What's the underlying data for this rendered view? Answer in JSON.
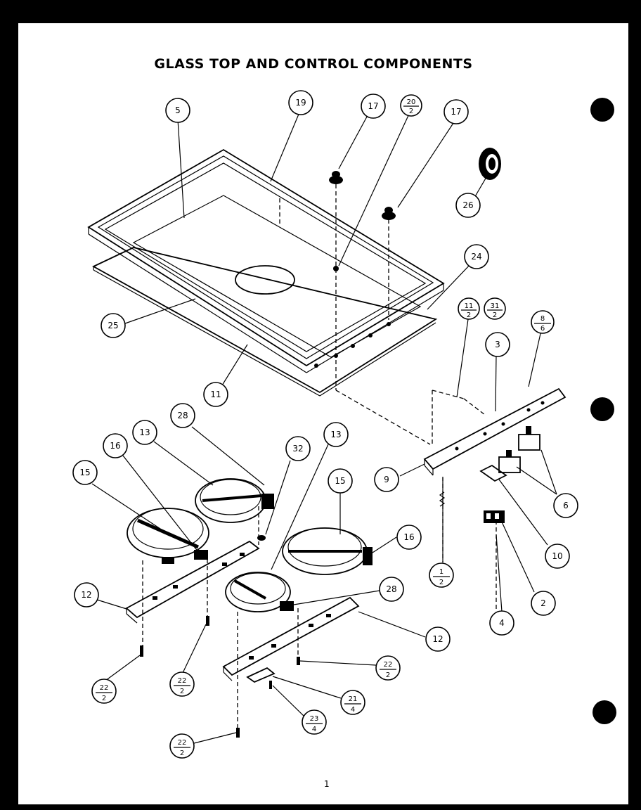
{
  "title": "GLASS TOP AND CONTROL COMPONENTS",
  "page_number": "1",
  "callouts": {
    "c5": "5",
    "c19": "19",
    "c17a": "17",
    "c20_top": "20",
    "c20_bot": "2",
    "c17b": "17",
    "c26": "26",
    "c24": "24",
    "c25": "25",
    "c11": "11",
    "c11b_top": "11",
    "c11b_bot": "2",
    "c31_top": "31",
    "c31_bot": "2",
    "c3": "3",
    "c8_top": "8",
    "c8_bot": "6",
    "c9": "9",
    "c6": "6",
    "c10": "10",
    "c1_top": "1",
    "c1_bot": "2",
    "c2": "2",
    "c4": "4",
    "c28a": "28",
    "c13a": "13",
    "c16a": "16",
    "c15a": "15",
    "c32": "32",
    "c13b": "13",
    "c15b": "15",
    "c16b": "16",
    "c28b": "28",
    "c12a": "12",
    "c12b": "12",
    "c22a_top": "22",
    "c22a_bot": "2",
    "c22b_top": "22",
    "c22b_bot": "2",
    "c22c_top": "22",
    "c22c_bot": "2",
    "c22d_top": "22",
    "c22d_bot": "2",
    "c21_top": "21",
    "c21_bot": "4",
    "c23_top": "23",
    "c23_bot": "4"
  }
}
